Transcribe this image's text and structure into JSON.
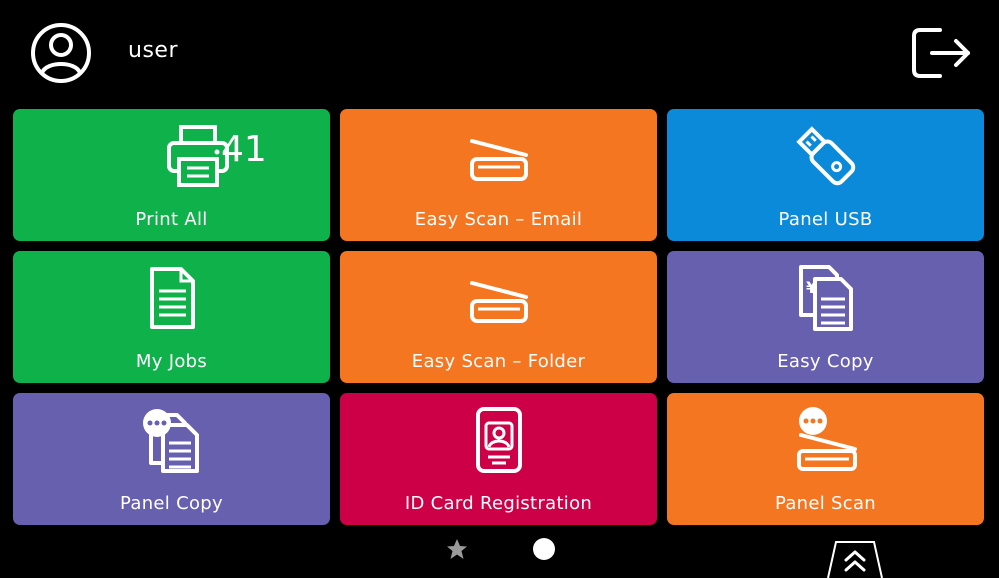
{
  "header": {
    "username": "user",
    "avatar_icon": "user-circle-icon",
    "logout_icon": "logout-icon"
  },
  "colors": {
    "green": "#0fb14b",
    "orange": "#f47620",
    "blue": "#0a8ad8",
    "purple": "#6660ae",
    "crimson": "#cd0047",
    "background": "#000000"
  },
  "tiles": [
    {
      "label": "Print All",
      "count": "41",
      "icon": "printer-icon",
      "color": "#0fb14b"
    },
    {
      "label": "Easy Scan – Email",
      "icon": "flatbed-scanner-icon",
      "color": "#f47620"
    },
    {
      "label": "Panel USB",
      "icon": "usb-drive-icon",
      "color": "#0a8ad8"
    },
    {
      "label": "My Jobs",
      "icon": "document-icon",
      "color": "#0fb14b"
    },
    {
      "label": "Easy Scan – Folder",
      "icon": "flatbed-scanner-icon",
      "color": "#f47620"
    },
    {
      "label": "Easy Copy",
      "icon": "copy-documents-icon",
      "color": "#6660ae"
    },
    {
      "label": "Panel Copy",
      "icon": "panel-copy-icon",
      "color": "#6660ae"
    },
    {
      "label": "ID Card Registration",
      "icon": "id-card-icon",
      "color": "#cd0047"
    },
    {
      "label": "Panel Scan",
      "icon": "panel-scan-icon",
      "color": "#f47620"
    }
  ],
  "pager": {
    "star_icon": "star-icon",
    "active_icon": "page-dot-icon",
    "expand_icon": "double-chevron-up-icon"
  }
}
